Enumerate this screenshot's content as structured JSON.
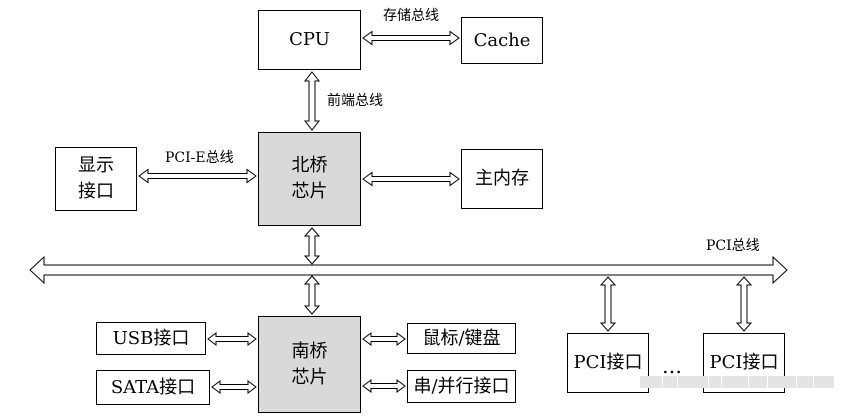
{
  "boxes": {
    "cpu": "CPU",
    "cache": "Cache",
    "north_bridge": [
      "北桥",
      "芯片"
    ],
    "display": [
      "显示",
      "接口"
    ],
    "main_memory": "主内存",
    "south_bridge": [
      "南桥",
      "芯片"
    ],
    "usb": "USB接口",
    "sata": "SATA接口",
    "mouse_keyboard": "鼠标/键盘",
    "serial_parallel": "串/并行接口",
    "pci_port_1": "PCI接口",
    "pci_port_2": "PCI接口"
  },
  "buses": {
    "storage_bus": "存储总线",
    "front_side_bus": "前端总线",
    "pcie_bus": "PCI-E总线",
    "pci_bus": "PCI总线"
  },
  "ellipsis": "…",
  "colors": {
    "chip_fill": "#d9d9d9",
    "line": "#000000"
  }
}
